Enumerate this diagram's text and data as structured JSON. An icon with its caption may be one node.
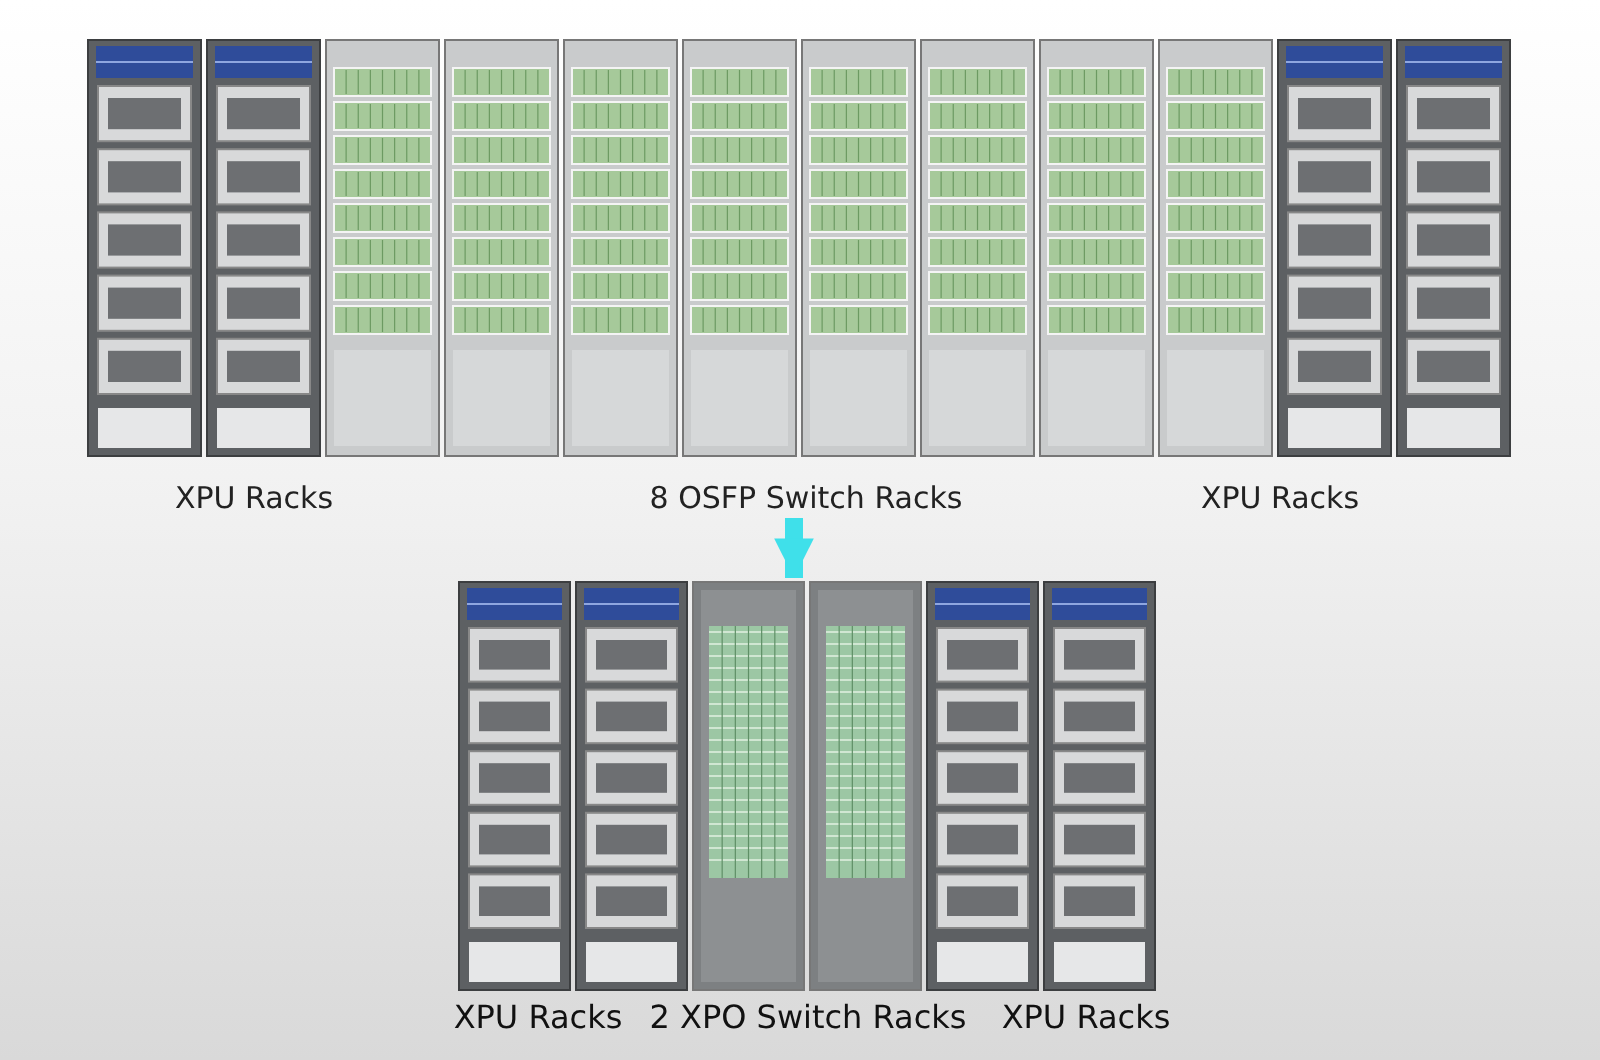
{
  "diagram": {
    "nodes": [
      {
        "text": [],
        "shape": "picture",
        "beside": [
          "XPU Racks",
          "8 OSFP Switch Racks",
          "XPU Racks"
        ]
      },
      {
        "text": [],
        "shape": "picture",
        "beside": [
          "XPU Racks",
          "2 XPO Switch Racks",
          "XPU Racks"
        ]
      }
    ],
    "edges": [
      {
        "from": 0,
        "to": 1,
        "arrow": "to"
      }
    ]
  }
}
